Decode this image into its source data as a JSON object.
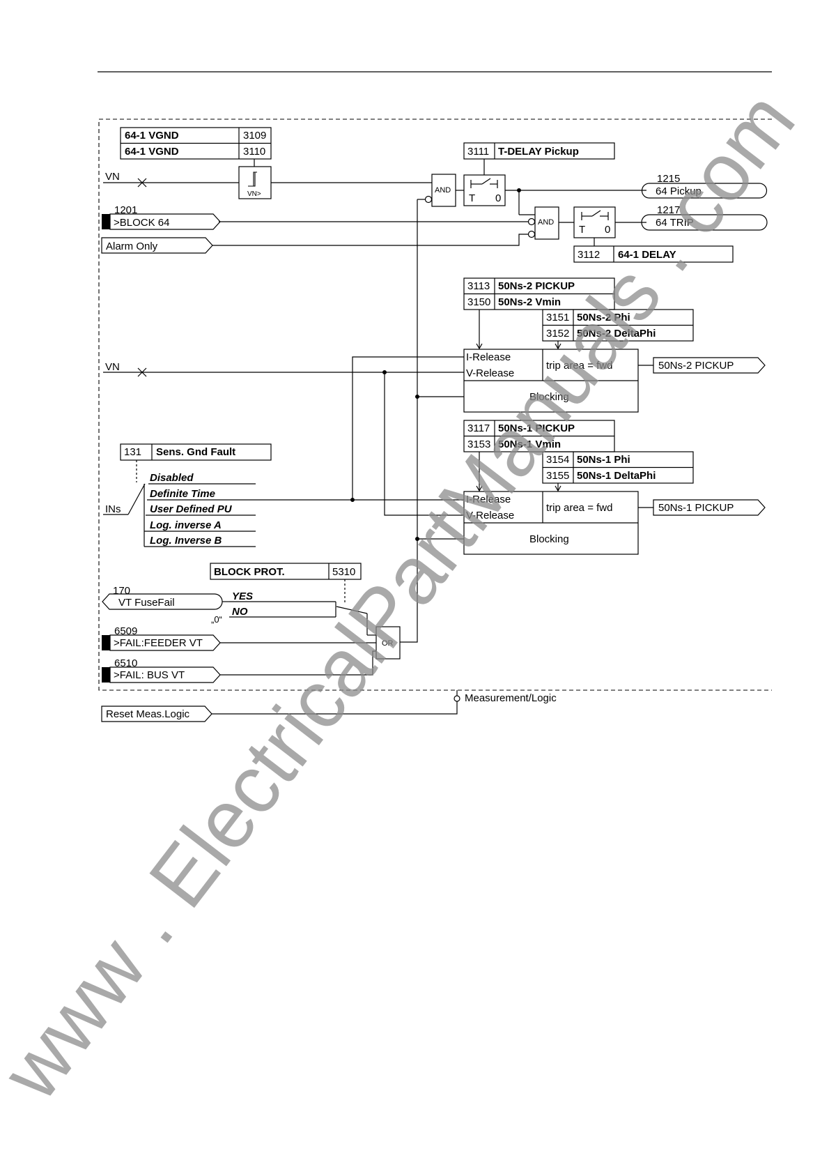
{
  "params": {
    "p3109": {
      "name": "64-1 VGND",
      "addr": "3109"
    },
    "p3110": {
      "name": "64-1 VGND",
      "addr": "3110"
    },
    "p3111": {
      "addr": "3111",
      "name": "T-DELAY Pickup"
    },
    "p3112": {
      "addr": "3112",
      "name": "64-1 DELAY"
    },
    "p3113": {
      "addr": "3113",
      "name": "50Ns-2 PICKUP"
    },
    "p3150": {
      "addr": "3150",
      "name": "50Ns-2 Vmin"
    },
    "p3151": {
      "addr": "3151",
      "name": "50Ns-2 Phi"
    },
    "p3152": {
      "addr": "3152",
      "name": "50Ns-2 DeltaPhi"
    },
    "p3117": {
      "addr": "3117",
      "name": "50Ns-1 PICKUP"
    },
    "p3153": {
      "addr": "3153",
      "name": "50Ns-1 Vmin"
    },
    "p3154": {
      "addr": "3154",
      "name": "50Ns-1 Phi"
    },
    "p3155": {
      "addr": "3155",
      "name": "50Ns-1 DeltaPhi"
    },
    "p131": {
      "addr": "131",
      "name": "Sens. Gnd Fault"
    },
    "p5310": {
      "name": "BLOCK PROT.",
      "addr": "5310"
    }
  },
  "inputs": {
    "vn": "VN",
    "vn2": "VN",
    "ins": "INs",
    "block64": {
      "num": "1201",
      "label": ">BLOCK 64"
    },
    "alarm_only": "Alarm Only",
    "vt_fusefail": {
      "num": "170",
      "label": "VT FuseFail"
    },
    "fail_feeder": {
      "num": "6509",
      "label": ">FAIL:FEEDER VT"
    },
    "fail_bus": {
      "num": "6510",
      "label": ">FAIL: BUS VT"
    },
    "reset": "Reset Meas.Logic"
  },
  "outputs": {
    "pickup64": {
      "num": "1215",
      "label": "64 Pickup"
    },
    "trip64": {
      "num": "1217",
      "label": "64 TRIP"
    },
    "pickup2": "50Ns-2 PICKUP",
    "pickup1": "50Ns-1 PICKUP"
  },
  "gates": {
    "and1": "AND",
    "and2": "AND",
    "or1": "OR"
  },
  "timer": {
    "t": "T",
    "zero": "0"
  },
  "threshold": "VN>",
  "element": {
    "i_release": "I-Release",
    "v_release": "V-Release",
    "trip_area": "trip area = fwd",
    "blocking": "Blocking"
  },
  "curves": {
    "options": [
      "Disabled",
      "Definite Time",
      "User Defined PU",
      "Log. inverse A",
      "Log. Inverse B"
    ]
  },
  "block_prot": {
    "yes": "YES",
    "no": "NO",
    "zero": "„0“"
  },
  "measurement_logic": "Measurement/Logic",
  "watermark": "www . ElectricalPartManuals . com"
}
